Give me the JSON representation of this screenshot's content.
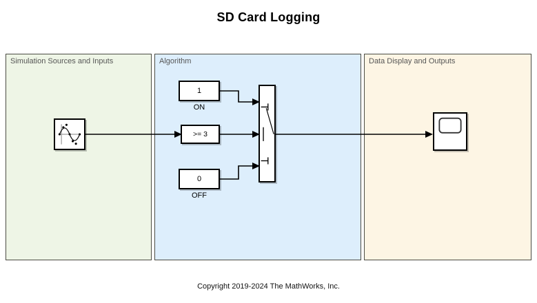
{
  "title": "SD Card Logging",
  "copyright": "Copyright 2019-2024 The MathWorks, Inc.",
  "panels": [
    {
      "id": "sources",
      "label": "Simulation Sources and Inputs",
      "background": "#eef5e6",
      "border": "#4a4a42"
    },
    {
      "id": "algorithm",
      "label": "Algorithm",
      "background": "#ddeefc",
      "border": "#4a4a42"
    },
    {
      "id": "outputs",
      "label": "Data Display and Outputs",
      "background": "#fdf5e4",
      "border": "#4a4a42"
    }
  ],
  "blocks": {
    "signal_source": {
      "name": "signal-editor-block",
      "icon": "sine-wave-with-markers-icon",
      "value": ""
    },
    "const_on": {
      "value": "1",
      "caption": "ON"
    },
    "const_off": {
      "value": "0",
      "caption": "OFF"
    },
    "compare": {
      "value": ">= 3",
      "caption": ""
    },
    "switch": {
      "name": "switch-block",
      "icon": "switch-icon",
      "ports": [
        "input-1",
        "input-2-control",
        "input-3"
      ]
    },
    "scope": {
      "name": "scope-block",
      "icon": "scope-screen-icon"
    }
  },
  "colors": {
    "panel_sources": "#eef5e6",
    "panel_algorithm": "#ddeefc",
    "panel_outputs": "#fdf5e4",
    "panel_border": "#4a4a42",
    "block_border": "#000000",
    "block_fill": "#ffffff",
    "wire": "#000000",
    "label_text": "#555555",
    "title_text": "#000000"
  }
}
